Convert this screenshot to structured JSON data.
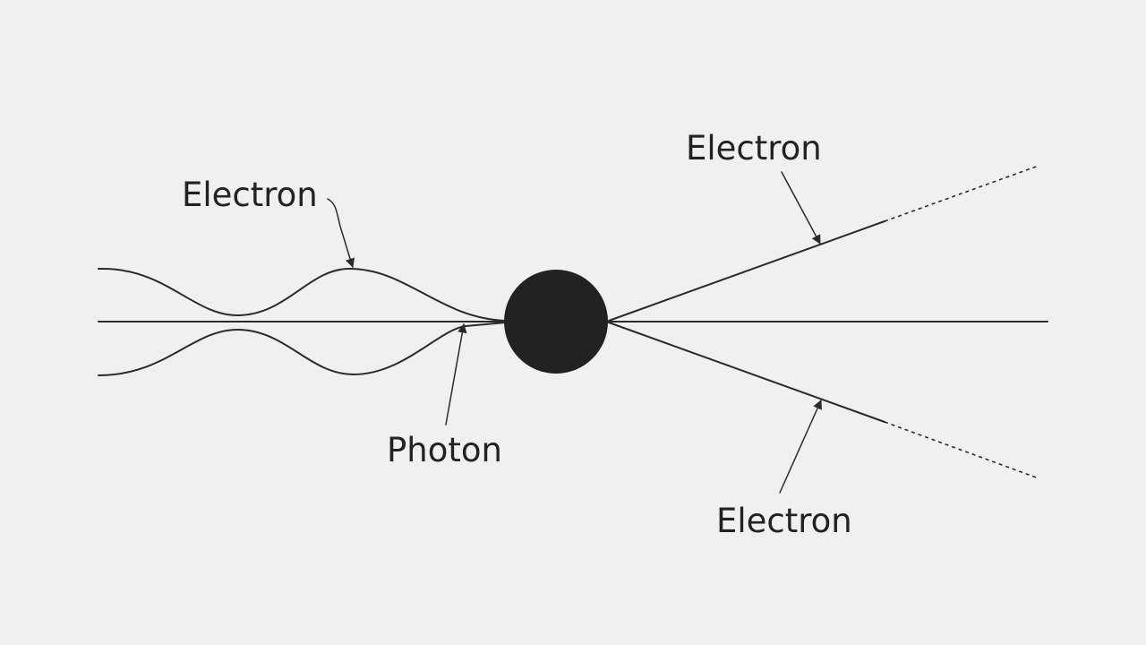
{
  "labels": {
    "electron_left": "Electron",
    "photon": "Photon",
    "electron_top_right": "Electron",
    "electron_bottom_right": "Electron"
  },
  "colors": {
    "background": "#f0f0f0",
    "ink": "#222222",
    "nucleus": "#222222"
  }
}
